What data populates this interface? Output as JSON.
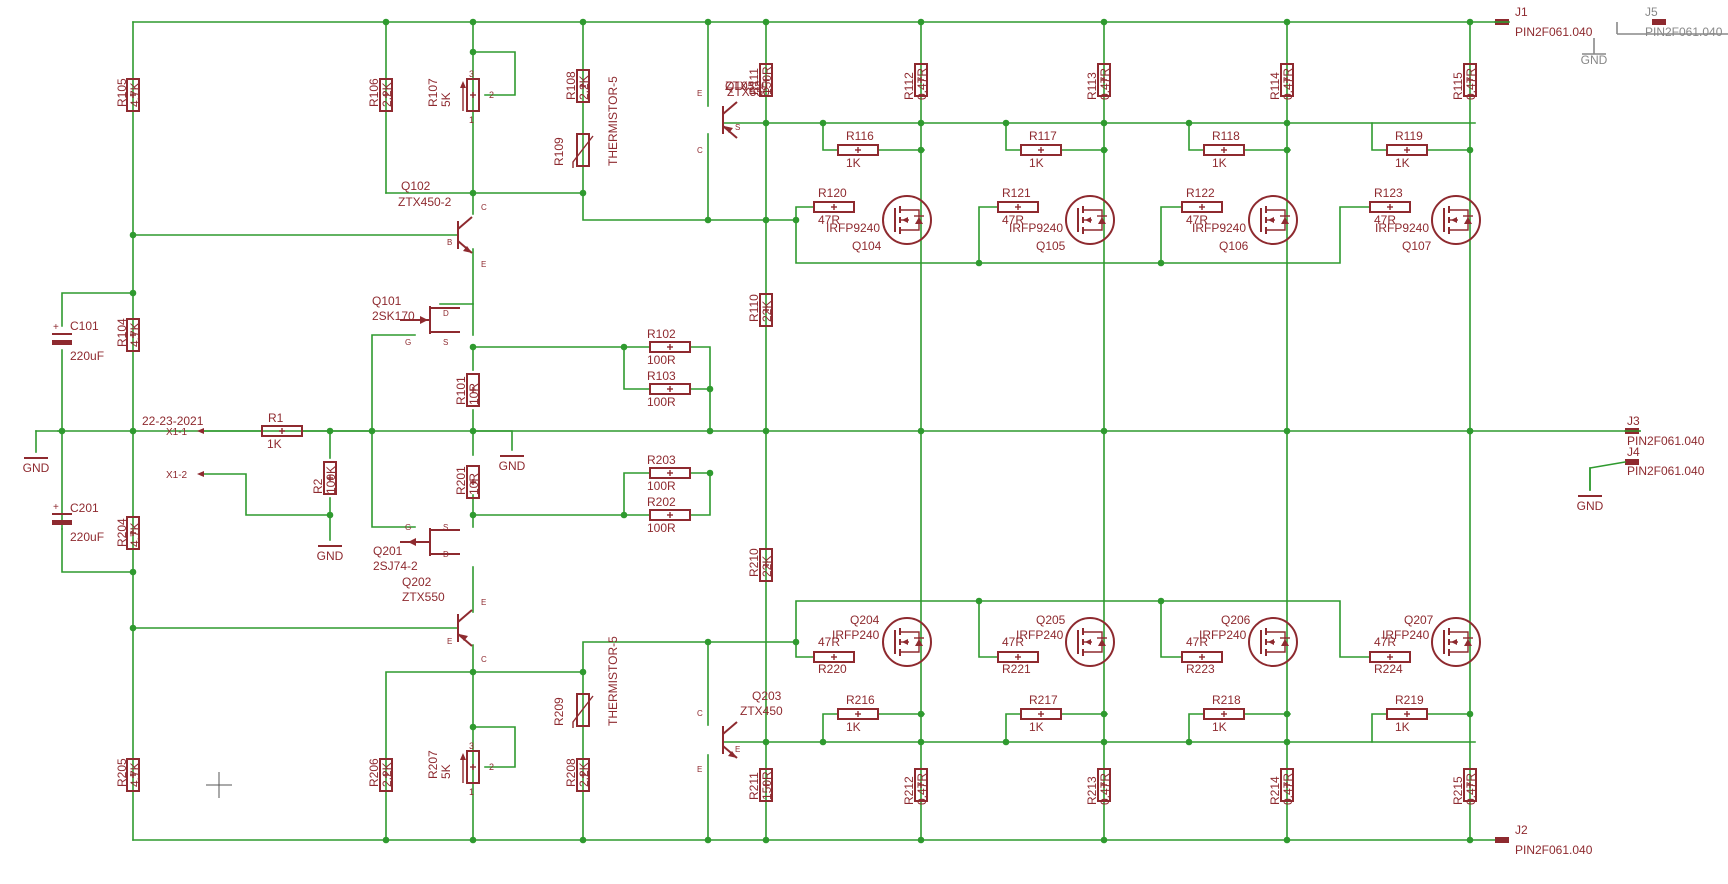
{
  "title": "22-23-2021",
  "power_rail_labels": {
    "gnd": "GND",
    "connector_type": "PIN2F061.040"
  },
  "connectors": [
    {
      "ref": "J1",
      "type": "PIN2F061.040"
    },
    {
      "ref": "J5",
      "type": "PIN2F061.040"
    },
    {
      "ref": "J3",
      "type": "PIN2F061.040"
    },
    {
      "ref": "J4",
      "type": "PIN2F061.040"
    },
    {
      "ref": "J2",
      "type": "PIN2F061.040"
    }
  ],
  "inputs": [
    {
      "ref": "X1-1"
    },
    {
      "ref": "X1-2"
    }
  ],
  "resistors": [
    {
      "ref": "R105",
      "value": "4.7K"
    },
    {
      "ref": "R104",
      "value": "4.7K"
    },
    {
      "ref": "R204",
      "value": "4.7K"
    },
    {
      "ref": "R205",
      "value": "4.7K"
    },
    {
      "ref": "R106",
      "value": "2.2K"
    },
    {
      "ref": "R206",
      "value": "2.2K"
    },
    {
      "ref": "R107",
      "value": "5K"
    },
    {
      "ref": "R207",
      "value": "5K"
    },
    {
      "ref": "R108",
      "value": "2.2K"
    },
    {
      "ref": "R208",
      "value": "2.2K"
    },
    {
      "ref": "R109",
      "value": "THERMISTOR-5"
    },
    {
      "ref": "R209",
      "value": "THERMISTOR-5"
    },
    {
      "ref": "R1",
      "value": "1K"
    },
    {
      "ref": "R2",
      "value": "100K"
    },
    {
      "ref": "R101",
      "value": "10R"
    },
    {
      "ref": "R201",
      "value": "10R"
    },
    {
      "ref": "R102",
      "value": "100R"
    },
    {
      "ref": "R103",
      "value": "100R"
    },
    {
      "ref": "R203",
      "value": "100R"
    },
    {
      "ref": "R202",
      "value": "100R"
    },
    {
      "ref": "R110",
      "value": "22K"
    },
    {
      "ref": "R210",
      "value": "22K"
    },
    {
      "ref": "R111",
      "value": "150R"
    },
    {
      "ref": "R211",
      "value": "150R"
    },
    {
      "ref": "R112",
      "value": "0.47R"
    },
    {
      "ref": "R113",
      "value": "0.47R"
    },
    {
      "ref": "R114",
      "value": "0.47R"
    },
    {
      "ref": "R115",
      "value": "0.47R"
    },
    {
      "ref": "R212",
      "value": "0.47R"
    },
    {
      "ref": "R213",
      "value": "0.47R"
    },
    {
      "ref": "R214",
      "value": "0.47R"
    },
    {
      "ref": "R215",
      "value": "0.47R"
    },
    {
      "ref": "R116",
      "value": "1K"
    },
    {
      "ref": "R117",
      "value": "1K"
    },
    {
      "ref": "R118",
      "value": "1K"
    },
    {
      "ref": "R119",
      "value": "1K"
    },
    {
      "ref": "R216",
      "value": "1K"
    },
    {
      "ref": "R217",
      "value": "1K"
    },
    {
      "ref": "R218",
      "value": "1K"
    },
    {
      "ref": "R219",
      "value": "1K"
    },
    {
      "ref": "R120",
      "value": "47R"
    },
    {
      "ref": "R121",
      "value": "47R"
    },
    {
      "ref": "R122",
      "value": "47R"
    },
    {
      "ref": "R123",
      "value": "47R"
    },
    {
      "ref": "R220",
      "value": "47R"
    },
    {
      "ref": "R221",
      "value": "47R"
    },
    {
      "ref": "R223",
      "value": "47R"
    },
    {
      "ref": "R224",
      "value": "47R"
    }
  ],
  "capacitors": [
    {
      "ref": "C101",
      "value": "220uF"
    },
    {
      "ref": "C201",
      "value": "220uF"
    }
  ],
  "transistors": [
    {
      "ref": "Q102",
      "value": "ZTX450-2"
    },
    {
      "ref": "Q202",
      "value": "ZTX550"
    },
    {
      "ref": "Q101",
      "value": "2SK170"
    },
    {
      "ref": "Q201",
      "value": "2SJ74-2"
    },
    {
      "ref": "Q103",
      "value": "ZTX550"
    },
    {
      "ref": "Q203",
      "value": "ZTX450"
    },
    {
      "ref": "Q104",
      "value": "IRFP9240"
    },
    {
      "ref": "Q105",
      "value": "IRFP9240"
    },
    {
      "ref": "Q106",
      "value": "IRFP9240"
    },
    {
      "ref": "Q107",
      "value": "IRFP9240"
    },
    {
      "ref": "Q204",
      "value": "IRFP240"
    },
    {
      "ref": "Q205",
      "value": "IRFP240"
    },
    {
      "ref": "Q206",
      "value": "IRFP240"
    },
    {
      "ref": "Q207",
      "value": "IRFP240"
    }
  ],
  "pin_labels": {
    "collector": "C",
    "emitter": "E",
    "base": "B",
    "gate": "G",
    "drain": "D",
    "source": "S",
    "pot_1": "1",
    "pot_2": "2",
    "pot_3": "3"
  }
}
